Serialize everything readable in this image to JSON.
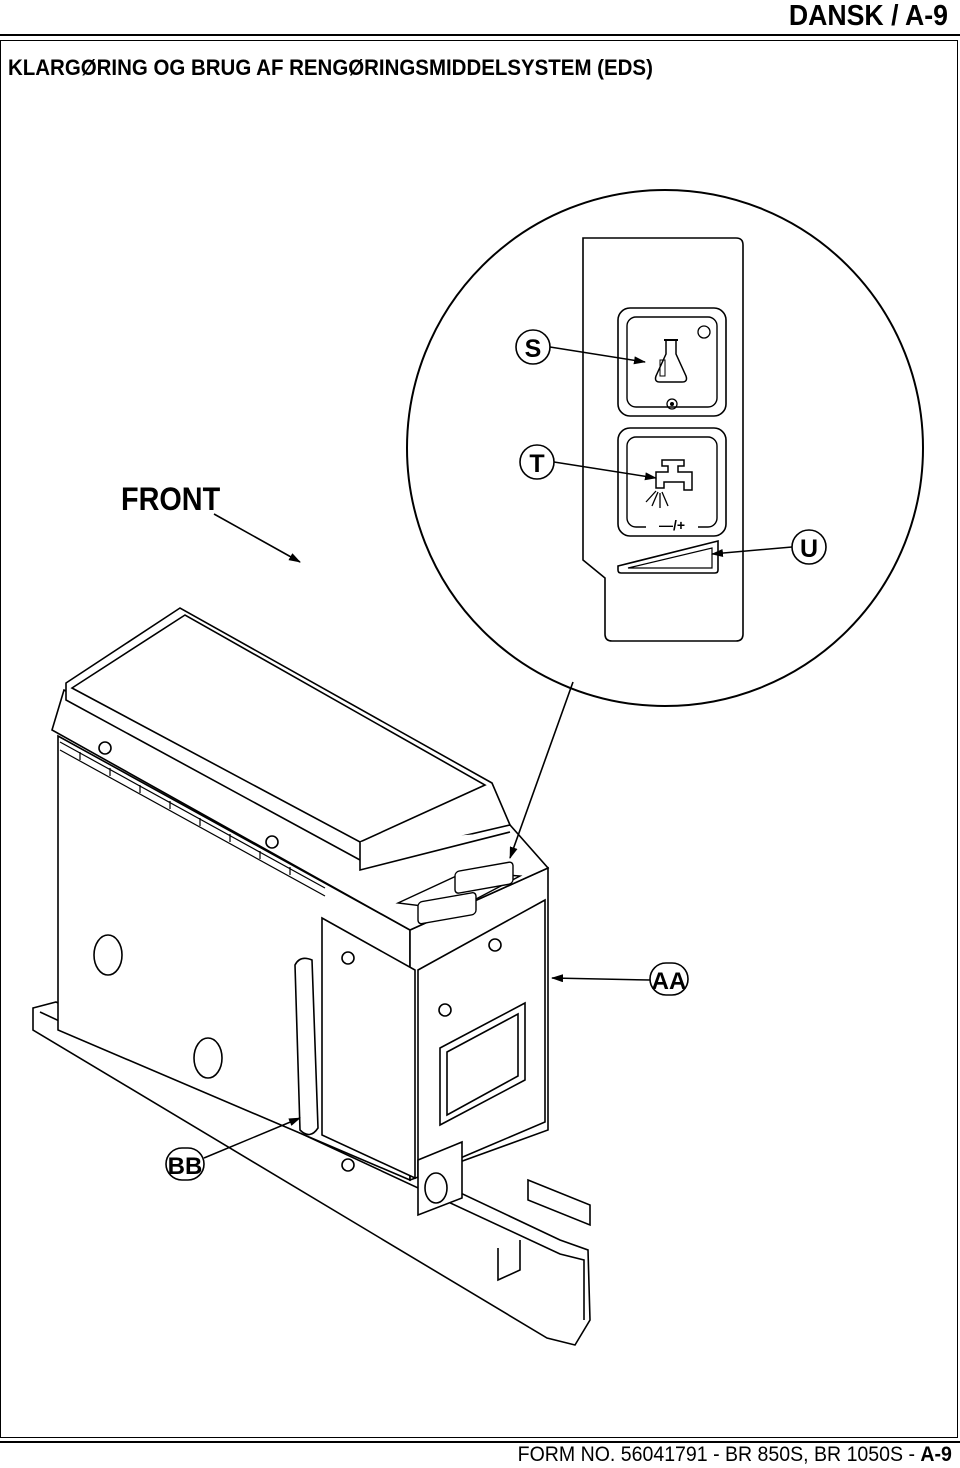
{
  "header": {
    "section": "DANSK / A-9",
    "title": "KLARGØRING OG BRUG AF RENGØRINGSMIDDELSYSTEM (EDS)"
  },
  "callouts": {
    "front": "FRONT",
    "s": "S",
    "t": "T",
    "u": "U",
    "aa": "AA",
    "bb": "BB"
  },
  "icons": {
    "detergent": "detergent-bottle-icon",
    "water": "water-faucet-icon",
    "flow": "flow-ramp-icon"
  },
  "panel_marks": {
    "minus_plus": "—/+"
  },
  "footer": {
    "form": "FORM NO. 56041791 - BR 850S, BR 1050S - ",
    "page": "A-9"
  }
}
